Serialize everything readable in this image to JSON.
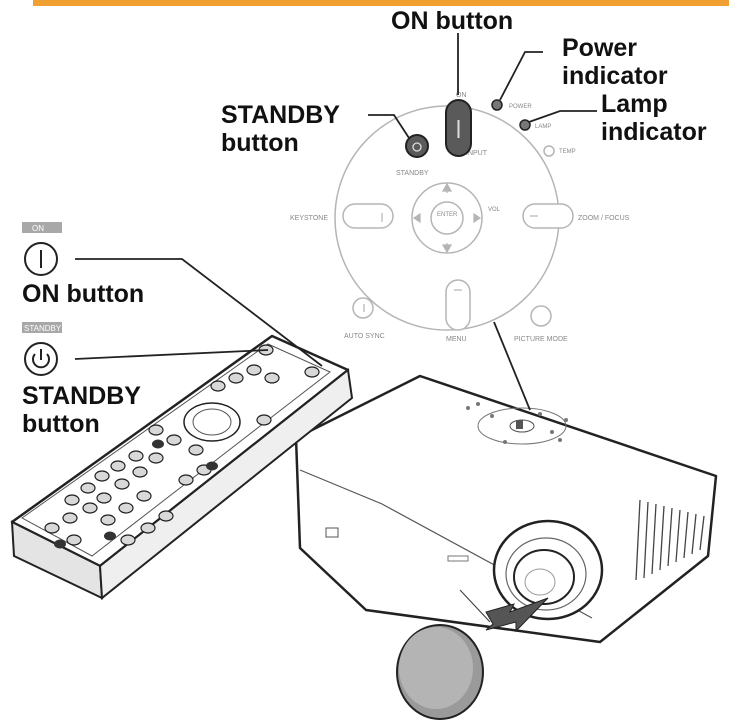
{
  "callouts": {
    "on_button_top": "ON button",
    "power_indicator": [
      "Power",
      "indicator"
    ],
    "lamp_indicator": [
      "Lamp",
      "indicator"
    ],
    "standby_button_panel": [
      "STANDBY",
      "button"
    ],
    "on_button_remote": "ON button",
    "standby_button_remote": [
      "STANDBY",
      "button"
    ]
  },
  "remote_chips": {
    "on": "ON",
    "standby": "STANDBY"
  },
  "panel_labels": {
    "on": "ON",
    "standby": "STANDBY",
    "power": "POWER",
    "lamp": "LAMP",
    "temp": "TEMP",
    "input": "INPUT",
    "keystone": "KEYSTONE",
    "zoom_focus": "ZOOM / FOCUS",
    "auto_sync": "AUTO SYNC",
    "menu": "MENU",
    "picture_mode": "PICTURE MODE",
    "enter": "ENTER",
    "vol": "VOL"
  },
  "colors": {
    "header_bar": "#f0a030",
    "chip_gray": "#a8a8a8",
    "button_dark": "#5a5a5a",
    "line": "#222222",
    "panel_line": "#b5b5b5"
  }
}
